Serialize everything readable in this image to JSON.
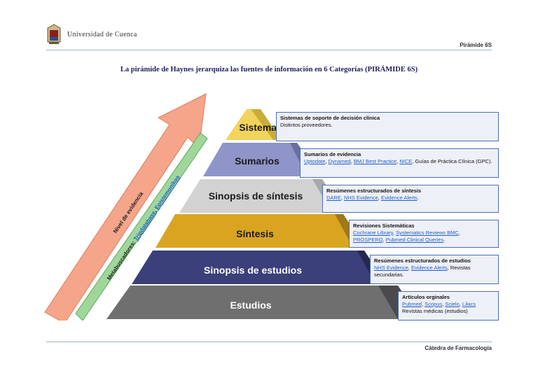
{
  "header": {
    "university": "Universidad de Cuenca",
    "tag": "Pirámide 6S"
  },
  "title": "La pirámide de Haynes jerarquiza las fuentes de información en 6 Categorías (PIRÁMIDE 6S)",
  "footer": "Cátedra de Farmacología",
  "arrows": {
    "evidence_label": "Nivel de evidencia",
    "meta_prefix": "Metabuscadores: ",
    "meta_links": [
      "Tripdatabase",
      "Epistemonikos"
    ]
  },
  "levels": [
    {
      "name": "Sistemas",
      "color": "#f2d45c"
    },
    {
      "name": "Sumarios",
      "color": "#8f95c9"
    },
    {
      "name": "Sinopsis de síntesis",
      "color": "#d2d2d2"
    },
    {
      "name": "Síntesis",
      "color": "#d9a521"
    },
    {
      "name": "Sinopsis de estudios",
      "color": "#3b3f7a"
    },
    {
      "name": "Estudios",
      "color": "#6f6f6f"
    }
  ],
  "boxes": {
    "sistemas": {
      "heading": "Sistemas de soporte de decisión clínica",
      "text": "Distintos proveedores."
    },
    "sumarios": {
      "heading": "Sumarios de evidencia",
      "links": [
        "Uptodate",
        "Dynamed",
        "BMJ Best Practice",
        "NICE"
      ],
      "tail": ", Guías de Práctica Clínica (GPC)."
    },
    "sinopsis_sintesis": {
      "heading": "Resúmenes estructurados de síntesis",
      "links": [
        "DARE",
        "NHS Evidence",
        "Evidence Alerts"
      ]
    },
    "sintesis": {
      "heading": "Revisiones Sistemáticas",
      "links": [
        "Cochrane Library",
        "Systematics Reviews BMC",
        "PROSPERO",
        "Pubmed Clinical Queries"
      ]
    },
    "sinopsis_estudios": {
      "heading": "Resúmenes estructurados de estudios",
      "links": [
        "NHS Evidence",
        "Evidence Alerts"
      ],
      "tail": ", Revistas secundarias."
    },
    "estudios": {
      "heading": "Artículos orginales",
      "links": [
        "Pubmed",
        "Scopus",
        "Scielo",
        "Lilacs"
      ],
      "text": "Revistas médicas (estudios)"
    }
  }
}
